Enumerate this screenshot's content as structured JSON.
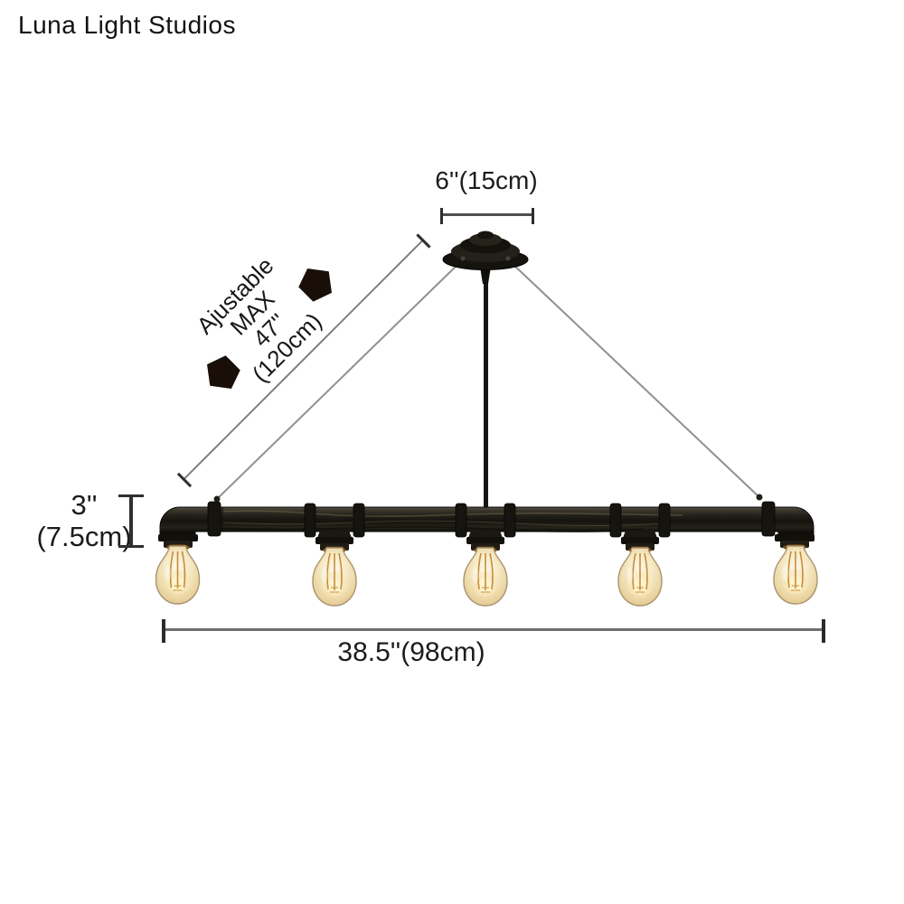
{
  "brand": "Luna Light Studios",
  "diagram": {
    "subject": "industrial-pipe-island-pendant-light",
    "bulb_count": 5
  },
  "dimensions": {
    "canopy_width": "6''(15cm)",
    "adjustable": {
      "lines": [
        "Ajustable",
        "MAX",
        "47''",
        "(120cm)"
      ]
    },
    "pipe_height": {
      "inches": "3''",
      "cm": "(7.5cm)"
    },
    "fixture_width": "38.5''(98cm)"
  },
  "icons": {
    "arrow_up_right": "adjust-up-arrow-icon",
    "arrow_down_left": "adjust-down-arrow-icon"
  },
  "colors": {
    "background": "#ffffff",
    "text": "#1c1c1c",
    "dimension_line": "#7d7d7d",
    "tick": "#2e2e2e",
    "arrow": "#190f08",
    "pipe_dark": "#14130e",
    "pipe_bronze": "#776f4e",
    "socket_brass": "#804e18",
    "bulb_glass": "#f3e4bc",
    "bulb_filament": "#bd7a22",
    "cable": "#909090"
  }
}
